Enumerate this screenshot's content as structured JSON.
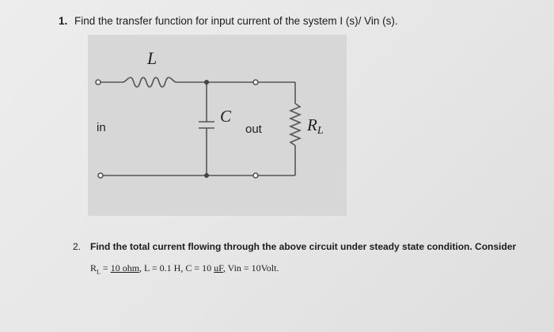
{
  "question1": {
    "number": "1.",
    "text": "Find the transfer function for input current of the system I (s)/ Vin (s)."
  },
  "circuit": {
    "inductor_label": "L",
    "capacitor_label": "C",
    "input_label": "in",
    "output_label": "out",
    "load_label_main": "R",
    "load_label_sub": "L"
  },
  "question2": {
    "number": "2.",
    "text": "Find the total current flowing through the above circuit under steady state condition. Consider",
    "given": {
      "rl_prefix": "R",
      "rl_sub": "L",
      "rl_eq": " = ",
      "rl_value": "10 ohm",
      "l_part": ", L = 0.1 H, C = 10 ",
      "c_unit": "uF",
      "vin_part": ", Vin = 10Volt."
    }
  }
}
